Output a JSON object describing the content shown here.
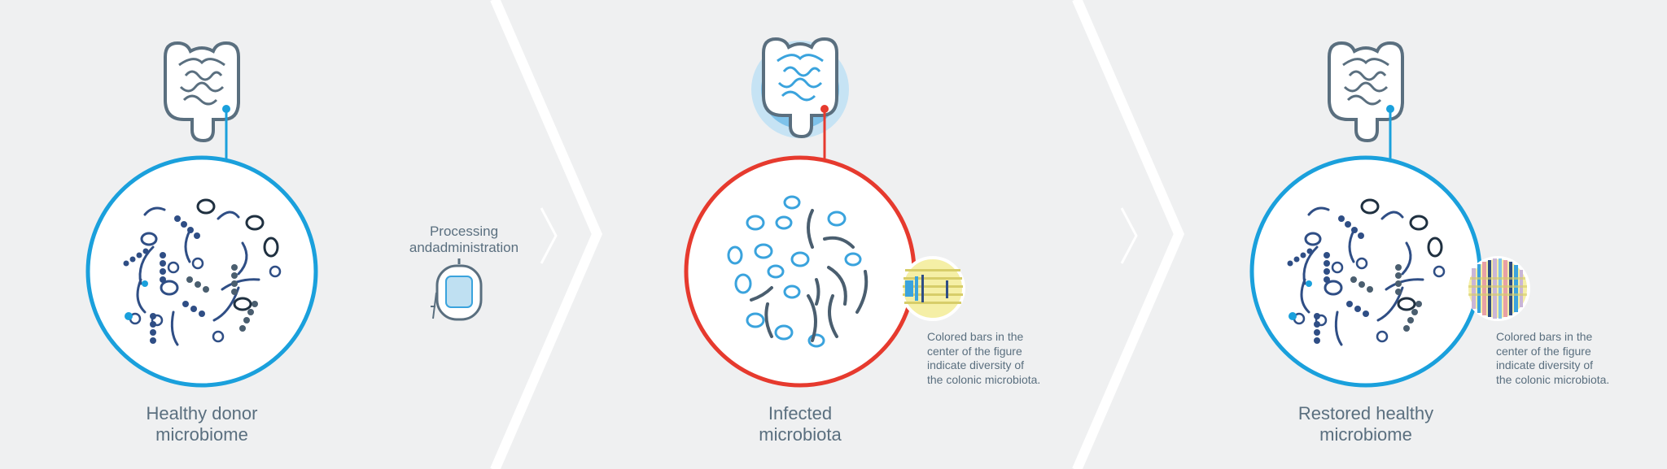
{
  "panels": [
    {
      "id": "healthy-donor",
      "title_lines": [
        "Healthy donor",
        "microbiome"
      ],
      "state": "healthy"
    },
    {
      "id": "infected",
      "title_lines": [
        "Infected",
        "microbiota"
      ],
      "state": "infected",
      "note_lines": [
        "Colored bars in the",
        "center of the figure",
        "indicate diversity of",
        "the colonic microbiota."
      ]
    },
    {
      "id": "restored",
      "title_lines": [
        "Restored healthy",
        "microbiome"
      ],
      "state": "healthy",
      "note_lines": [
        "Colored bars in the",
        "center of the figure",
        "indicate diversity of",
        "the colonic microbiota."
      ]
    }
  ],
  "step": {
    "label_lines": [
      "Processing and",
      "administration"
    ],
    "icon": "iv-bag-icon"
  },
  "colors": {
    "healthy_ring": "#1aa0dc",
    "infected_ring": "#e63a2e",
    "gut_outline": "#5a6f7f",
    "panel_bg": "#eff0f1",
    "infected_microbe": "#3aa3dd",
    "diversity_bars_low": "#f5efa6",
    "diversity_bars_high": "#c9b6d7"
  },
  "icons": [
    "intestine-icon",
    "microbe-cluster-icon",
    "diversity-bars-icon",
    "iv-bag-icon",
    "chevron-right-icon"
  ]
}
